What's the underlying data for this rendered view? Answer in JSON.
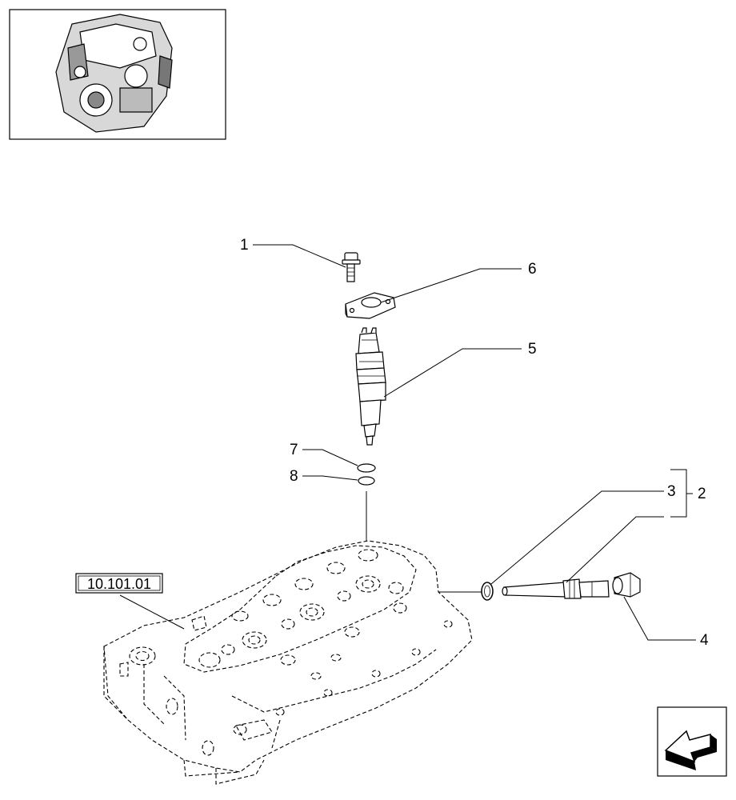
{
  "callouts": {
    "c1": "1",
    "c2": "2",
    "c3": "3",
    "c4": "4",
    "c5": "5",
    "c6": "6",
    "c7": "7",
    "c8": "8"
  },
  "reference_box": "10.101.01",
  "icons": {
    "thumbnail": "engine-thumbnail-icon",
    "navigation": "back-arrow-icon"
  }
}
